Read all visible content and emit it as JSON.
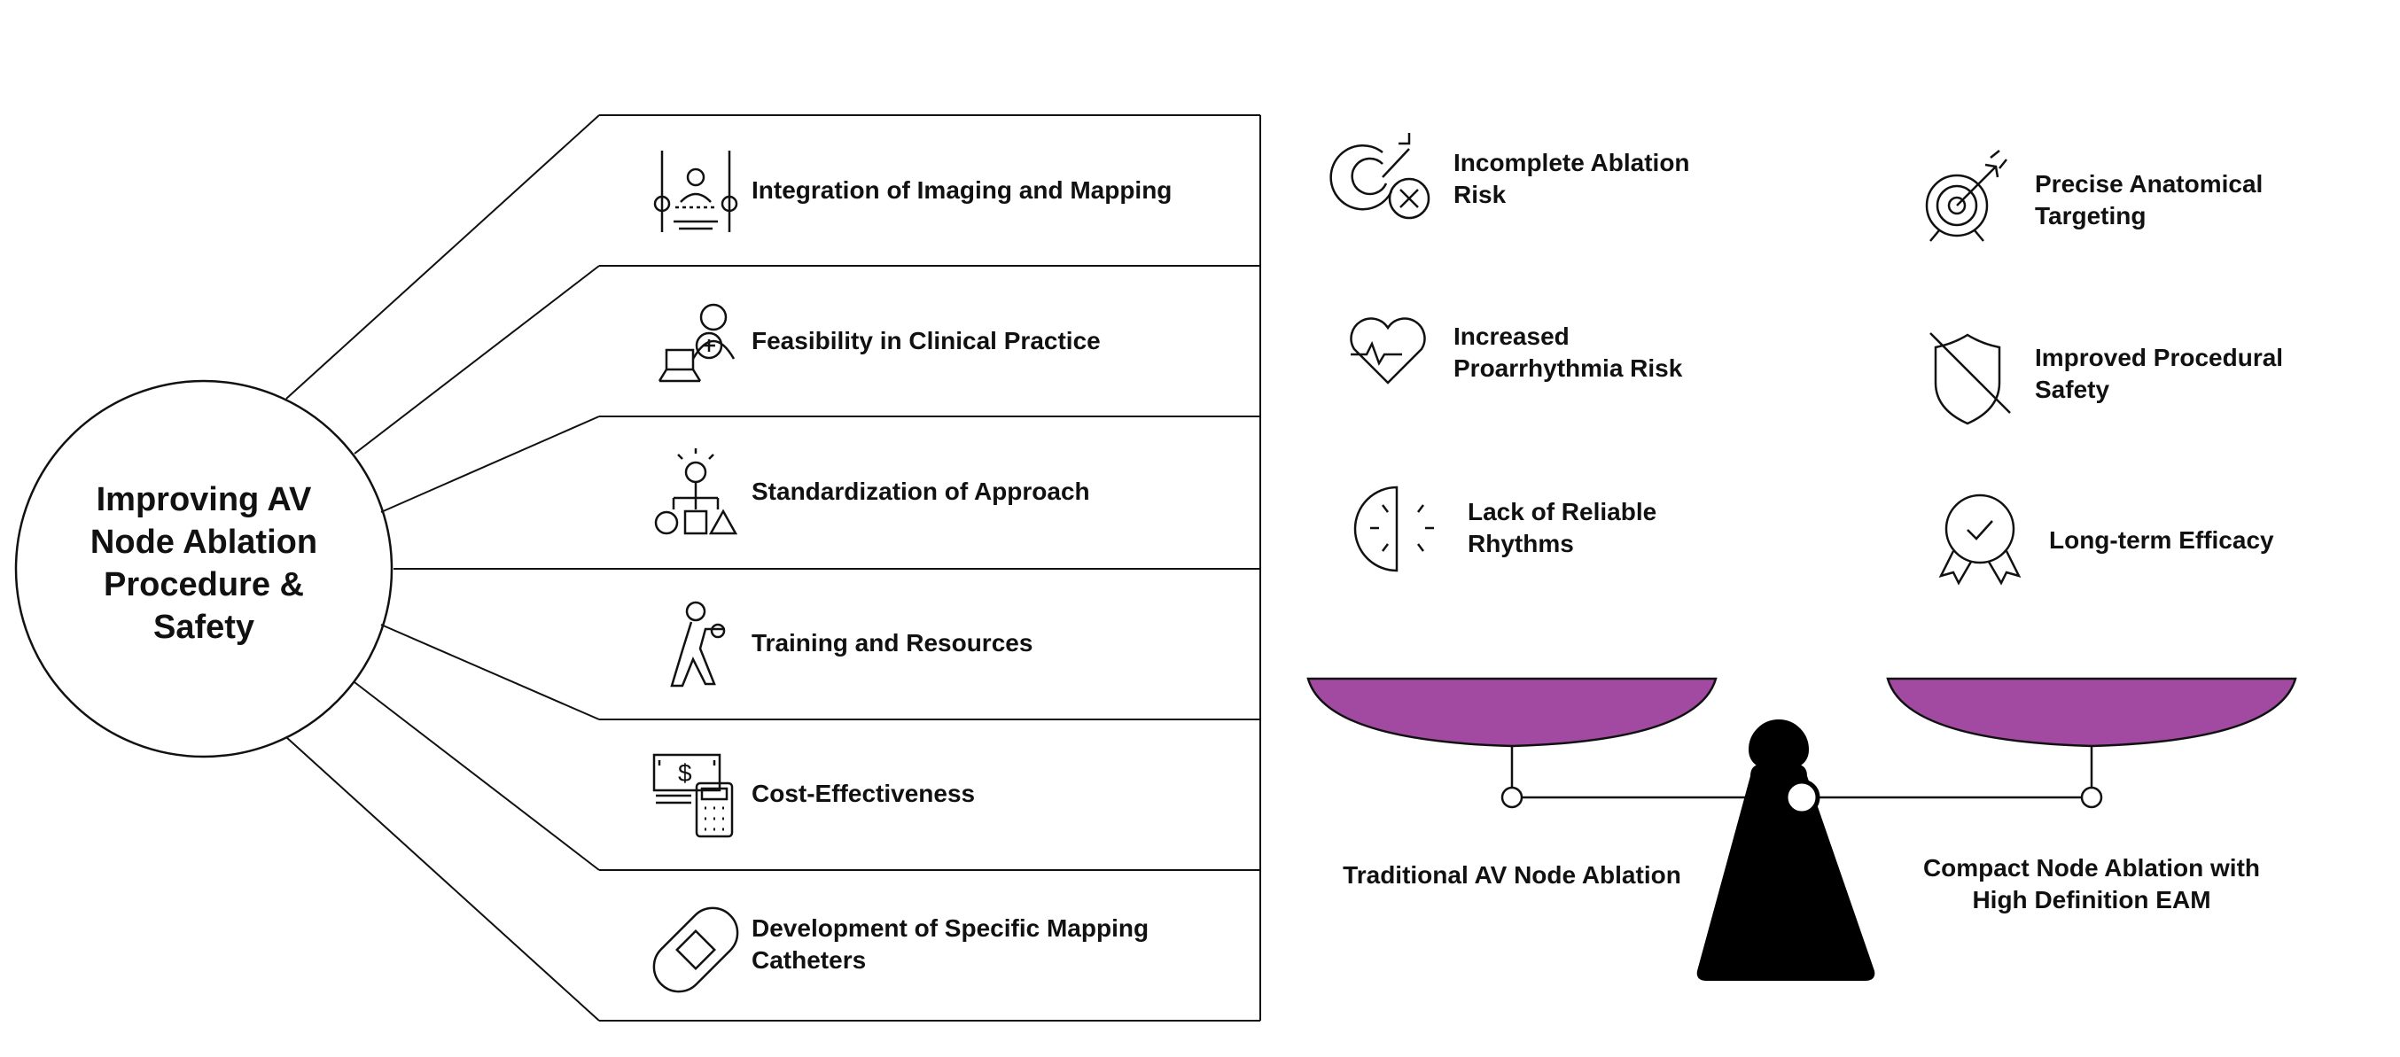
{
  "hub": {
    "title": "Improving AV Node Ablation Procedure & Safety"
  },
  "improvements": [
    {
      "label": "Integration of Imaging and Mapping",
      "icon": "imaging-mapping-icon"
    },
    {
      "label": "Feasibility in Clinical Practice",
      "icon": "clinician-laptop-icon"
    },
    {
      "label": "Standardization of Approach",
      "icon": "lightbulb-shapes-icon"
    },
    {
      "label": "Training and Resources",
      "icon": "training-person-icon"
    },
    {
      "label": "Cost-Effectiveness",
      "icon": "money-calculator-icon"
    },
    {
      "label": "Development of Specific Mapping Catheters",
      "icon": "catheter-patch-icon"
    }
  ],
  "comparison": {
    "left": {
      "title": "Traditional AV Node Ablation",
      "items": [
        {
          "label": "Incomplete Ablation Risk",
          "icon": "target-miss-icon"
        },
        {
          "label": "Increased Proarrhythmia Risk",
          "icon": "heart-pulse-icon"
        },
        {
          "label": "Lack of Reliable Rhythms",
          "icon": "half-clock-icon"
        }
      ]
    },
    "right": {
      "title": "Compact Node Ablation with High Definition EAM",
      "items": [
        {
          "label": "Precise Anatomical Targeting",
          "icon": "target-arrow-icon"
        },
        {
          "label": "Improved Procedural Safety",
          "icon": "shield-slash-icon"
        },
        {
          "label": "Long-term Efficacy",
          "icon": "award-badge-icon"
        }
      ]
    }
  },
  "colors": {
    "pan": "#a24aa2",
    "line": "#111111",
    "base": "#000000"
  }
}
